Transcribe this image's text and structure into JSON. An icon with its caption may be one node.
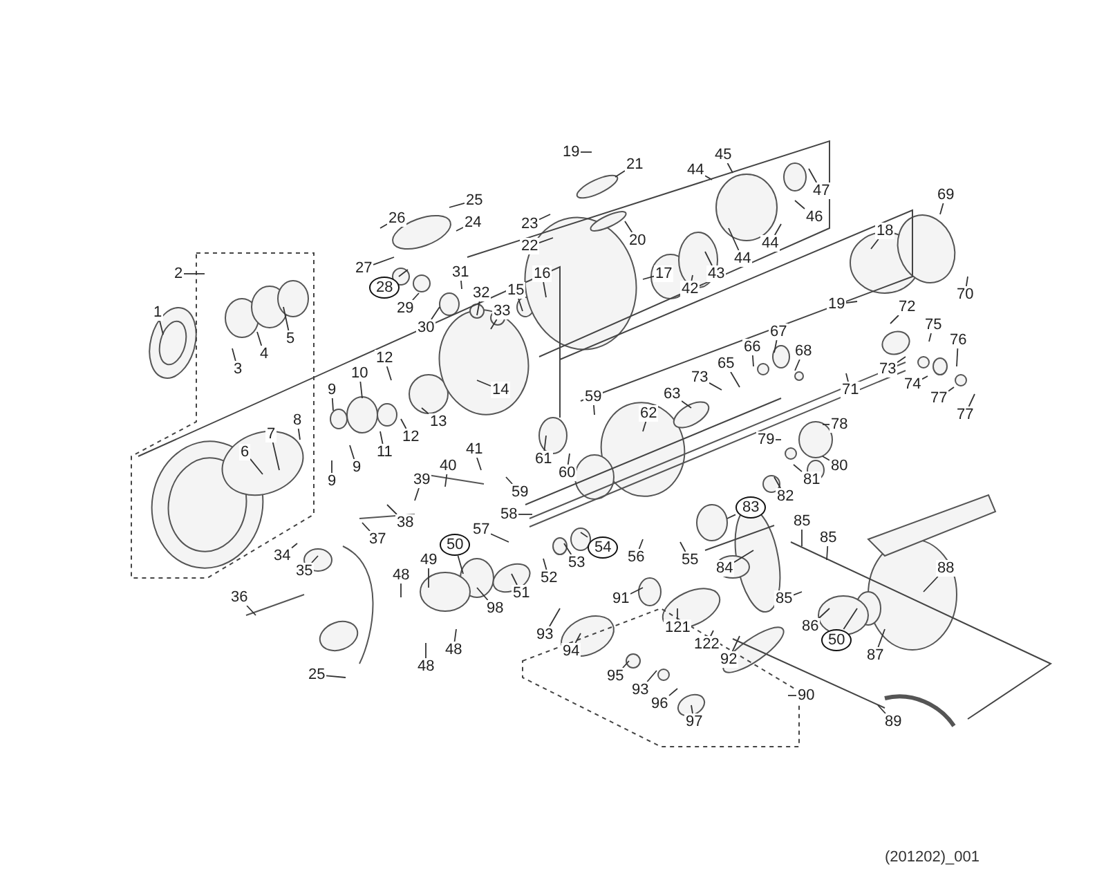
{
  "diagram": {
    "nodes": [
      {
        "text": [
          "1"
        ]
      },
      {
        "text": [
          "2"
        ]
      },
      {
        "text": [
          "3"
        ]
      },
      {
        "text": [
          "4"
        ]
      },
      {
        "text": [
          "5"
        ]
      },
      {
        "text": [
          "6"
        ]
      },
      {
        "text": [
          "7"
        ]
      },
      {
        "text": [
          "8"
        ]
      },
      {
        "text": [
          "9"
        ]
      },
      {
        "text": [
          "10"
        ]
      },
      {
        "text": [
          "9"
        ]
      },
      {
        "text": [
          "9"
        ]
      },
      {
        "text": [
          "11"
        ]
      },
      {
        "text": [
          "12"
        ]
      },
      {
        "text": [
          "12"
        ]
      },
      {
        "text": [
          "13"
        ]
      },
      {
        "text": [
          "14"
        ]
      },
      {
        "text": [
          "19"
        ]
      },
      {
        "text": [
          "21"
        ]
      },
      {
        "text": [
          "25"
        ]
      },
      {
        "text": [
          "26"
        ]
      },
      {
        "text": [
          "24"
        ]
      },
      {
        "text": [
          "23"
        ]
      },
      {
        "text": [
          "45"
        ]
      },
      {
        "text": [
          "44"
        ]
      },
      {
        "text": [
          "47"
        ]
      },
      {
        "text": [
          "22"
        ]
      },
      {
        "text": [
          "20"
        ]
      },
      {
        "text": [
          "46"
        ]
      },
      {
        "text": [
          "27"
        ]
      },
      {
        "text": [
          "31"
        ]
      },
      {
        "text": [
          "16"
        ]
      },
      {
        "text": [
          "17"
        ]
      },
      {
        "text": [
          "28"
        ]
      },
      {
        "text": [
          "43"
        ]
      },
      {
        "text": [
          "44"
        ]
      },
      {
        "text": [
          "44"
        ]
      },
      {
        "text": [
          "18"
        ]
      },
      {
        "text": [
          "69"
        ]
      },
      {
        "text": [
          "42"
        ]
      },
      {
        "text": [
          "15"
        ]
      },
      {
        "text": [
          "32"
        ]
      },
      {
        "text": [
          "70"
        ]
      },
      {
        "text": [
          "19"
        ]
      },
      {
        "text": [
          "29"
        ]
      },
      {
        "text": [
          "33"
        ]
      },
      {
        "text": [
          "72"
        ]
      },
      {
        "text": [
          "30"
        ]
      },
      {
        "text": [
          "75"
        ]
      },
      {
        "text": [
          "76"
        ]
      },
      {
        "text": [
          "67"
        ]
      },
      {
        "text": [
          "66"
        ]
      },
      {
        "text": [
          "68"
        ]
      },
      {
        "text": [
          "65"
        ]
      },
      {
        "text": [
          "73"
        ]
      },
      {
        "text": [
          "73"
        ]
      },
      {
        "text": [
          "74"
        ]
      },
      {
        "text": [
          "71"
        ]
      },
      {
        "text": [
          "63"
        ]
      },
      {
        "text": [
          "59"
        ]
      },
      {
        "text": [
          "77"
        ]
      },
      {
        "text": [
          "62"
        ]
      },
      {
        "text": [
          "77"
        ]
      },
      {
        "text": [
          "78"
        ]
      },
      {
        "text": [
          "79"
        ]
      },
      {
        "text": [
          "61"
        ]
      },
      {
        "text": [
          "41"
        ]
      },
      {
        "text": [
          "80"
        ]
      },
      {
        "text": [
          "40"
        ]
      },
      {
        "text": [
          "60"
        ]
      },
      {
        "text": [
          "81"
        ]
      },
      {
        "text": [
          "39"
        ]
      },
      {
        "text": [
          "59"
        ]
      },
      {
        "text": [
          "82"
        ]
      },
      {
        "text": [
          "83"
        ]
      },
      {
        "text": [
          "58"
        ]
      },
      {
        "text": [
          "85"
        ]
      },
      {
        "text": [
          "38"
        ]
      },
      {
        "text": [
          "57"
        ]
      },
      {
        "text": [
          "85"
        ]
      },
      {
        "text": [
          "37"
        ]
      },
      {
        "text": [
          "50"
        ]
      },
      {
        "text": [
          "54"
        ]
      },
      {
        "text": [
          "34"
        ]
      },
      {
        "text": [
          "56"
        ]
      },
      {
        "text": [
          "55"
        ]
      },
      {
        "text": [
          "49"
        ]
      },
      {
        "text": [
          "53"
        ]
      },
      {
        "text": [
          "84"
        ]
      },
      {
        "text": [
          "88"
        ]
      },
      {
        "text": [
          "35"
        ]
      },
      {
        "text": [
          "48"
        ]
      },
      {
        "text": [
          "52"
        ]
      },
      {
        "text": [
          "51"
        ]
      },
      {
        "text": [
          "36"
        ]
      },
      {
        "text": [
          "85"
        ]
      },
      {
        "text": [
          "91"
        ]
      },
      {
        "text": [
          "98"
        ]
      },
      {
        "text": [
          "86"
        ]
      },
      {
        "text": [
          "121"
        ]
      },
      {
        "text": [
          "93"
        ]
      },
      {
        "text": [
          "50"
        ]
      },
      {
        "text": [
          "122"
        ]
      },
      {
        "text": [
          "48"
        ]
      },
      {
        "text": [
          "94"
        ]
      },
      {
        "text": [
          "87"
        ]
      },
      {
        "text": [
          "92"
        ]
      },
      {
        "text": [
          "48"
        ]
      },
      {
        "text": [
          "25"
        ]
      },
      {
        "text": [
          "95"
        ]
      },
      {
        "text": [
          "93"
        ]
      },
      {
        "text": [
          "90"
        ]
      },
      {
        "text": [
          "96"
        ]
      },
      {
        "text": [
          "97"
        ]
      },
      {
        "text": [
          "89"
        ]
      }
    ],
    "edges": [
      {
        "from": 0,
        "to": null,
        "arrow": "none"
      },
      {
        "from": 1,
        "to": null,
        "arrow": "none"
      },
      {
        "from": 2,
        "to": null,
        "arrow": "none"
      },
      {
        "from": 3,
        "to": null,
        "arrow": "none"
      },
      {
        "from": 4,
        "to": null,
        "arrow": "none"
      },
      {
        "from": 5,
        "to": null,
        "arrow": "none"
      },
      {
        "from": 6,
        "to": null,
        "arrow": "none"
      },
      {
        "from": 7,
        "to": null,
        "arrow": "none"
      },
      {
        "from": 8,
        "to": null,
        "arrow": "none"
      },
      {
        "from": 9,
        "to": null,
        "arrow": "none"
      },
      {
        "from": 10,
        "to": null,
        "arrow": "none"
      },
      {
        "from": 11,
        "to": null,
        "arrow": "none"
      },
      {
        "from": 12,
        "to": null,
        "arrow": "none"
      },
      {
        "from": 13,
        "to": null,
        "arrow": "none"
      },
      {
        "from": 14,
        "to": null,
        "arrow": "none"
      },
      {
        "from": 15,
        "to": null,
        "arrow": "none"
      },
      {
        "from": 16,
        "to": null,
        "arrow": "none"
      },
      {
        "from": 17,
        "to": null,
        "arrow": "none"
      },
      {
        "from": 18,
        "to": null,
        "arrow": "none"
      },
      {
        "from": 19,
        "to": null,
        "arrow": "none"
      },
      {
        "from": 20,
        "to": null,
        "arrow": "none"
      },
      {
        "from": 21,
        "to": null,
        "arrow": "none"
      },
      {
        "from": 22,
        "to": null,
        "arrow": "none"
      },
      {
        "from": 23,
        "to": null,
        "arrow": "none"
      },
      {
        "from": 24,
        "to": null,
        "arrow": "none"
      },
      {
        "from": 25,
        "to": null,
        "arrow": "none"
      },
      {
        "from": 26,
        "to": null,
        "arrow": "none"
      },
      {
        "from": 27,
        "to": null,
        "arrow": "none"
      },
      {
        "from": 28,
        "to": null,
        "arrow": "none"
      },
      {
        "from": 29,
        "to": null,
        "arrow": "none"
      },
      {
        "from": 30,
        "to": null,
        "arrow": "none"
      },
      {
        "from": 31,
        "to": null,
        "arrow": "none"
      },
      {
        "from": 32,
        "to": null,
        "arrow": "none"
      },
      {
        "from": 33,
        "to": null,
        "arrow": "none"
      },
      {
        "from": 34,
        "to": null,
        "arrow": "none"
      },
      {
        "from": 35,
        "to": null,
        "arrow": "none"
      },
      {
        "from": 36,
        "to": null,
        "arrow": "none"
      },
      {
        "from": 37,
        "to": null,
        "arrow": "none"
      },
      {
        "from": 38,
        "to": null,
        "arrow": "none"
      },
      {
        "from": 39,
        "to": null,
        "arrow": "none"
      },
      {
        "from": 40,
        "to": null,
        "arrow": "none"
      },
      {
        "from": 41,
        "to": null,
        "arrow": "none"
      },
      {
        "from": 42,
        "to": null,
        "arrow": "none"
      },
      {
        "from": 43,
        "to": null,
        "arrow": "none"
      },
      {
        "from": 44,
        "to": null,
        "arrow": "none"
      },
      {
        "from": 45,
        "to": null,
        "arrow": "none"
      },
      {
        "from": 46,
        "to": null,
        "arrow": "none"
      },
      {
        "from": 47,
        "to": null,
        "arrow": "none"
      },
      {
        "from": 48,
        "to": null,
        "arrow": "none"
      },
      {
        "from": 49,
        "to": null,
        "arrow": "none"
      },
      {
        "from": 50,
        "to": null,
        "arrow": "none"
      },
      {
        "from": 51,
        "to": null,
        "arrow": "none"
      },
      {
        "from": 52,
        "to": null,
        "arrow": "none"
      },
      {
        "from": 53,
        "to": null,
        "arrow": "none"
      },
      {
        "from": 54,
        "to": null,
        "arrow": "none"
      },
      {
        "from": 55,
        "to": null,
        "arrow": "none"
      },
      {
        "from": 56,
        "to": null,
        "arrow": "none"
      },
      {
        "from": 57,
        "to": null,
        "arrow": "none"
      },
      {
        "from": 58,
        "to": null,
        "arrow": "none"
      },
      {
        "from": 59,
        "to": null,
        "arrow": "none"
      },
      {
        "from": 60,
        "to": null,
        "arrow": "none"
      },
      {
        "from": 61,
        "to": null,
        "arrow": "none"
      },
      {
        "from": 62,
        "to": null,
        "arrow": "none"
      },
      {
        "from": 63,
        "to": null,
        "arrow": "none"
      },
      {
        "from": 64,
        "to": null,
        "arrow": "none"
      },
      {
        "from": 65,
        "to": null,
        "arrow": "none"
      },
      {
        "from": 66,
        "to": null,
        "arrow": "none"
      },
      {
        "from": 67,
        "to": null,
        "arrow": "none"
      },
      {
        "from": 68,
        "to": null,
        "arrow": "none"
      },
      {
        "from": 69,
        "to": null,
        "arrow": "none"
      },
      {
        "from": 70,
        "to": null,
        "arrow": "none"
      },
      {
        "from": 71,
        "to": null,
        "arrow": "none"
      },
      {
        "from": 72,
        "to": null,
        "arrow": "none"
      },
      {
        "from": 73,
        "to": null,
        "arrow": "none"
      },
      {
        "from": 74,
        "to": null,
        "arrow": "none"
      },
      {
        "from": 75,
        "to": null,
        "arrow": "none"
      },
      {
        "from": 76,
        "to": null,
        "arrow": "none"
      },
      {
        "from": 77,
        "to": null,
        "arrow": "none"
      },
      {
        "from": 78,
        "to": null,
        "arrow": "none"
      },
      {
        "from": 79,
        "to": null,
        "arrow": "none"
      },
      {
        "from": 80,
        "to": null,
        "arrow": "none"
      },
      {
        "from": 81,
        "to": null,
        "arrow": "none"
      },
      {
        "from": 82,
        "to": null,
        "arrow": "none"
      },
      {
        "from": 83,
        "to": null,
        "arrow": "none"
      },
      {
        "from": 84,
        "to": null,
        "arrow": "none"
      },
      {
        "from": 85,
        "to": null,
        "arrow": "none"
      },
      {
        "from": 86,
        "to": null,
        "arrow": "none"
      },
      {
        "from": 87,
        "to": null,
        "arrow": "none"
      },
      {
        "from": 88,
        "to": null,
        "arrow": "none"
      },
      {
        "from": 89,
        "to": null,
        "arrow": "none"
      },
      {
        "from": 90,
        "to": null,
        "arrow": "none"
      },
      {
        "from": 91,
        "to": null,
        "arrow": "none"
      },
      {
        "from": 92,
        "to": null,
        "arrow": "none"
      },
      {
        "from": 93,
        "to": null,
        "arrow": "none"
      },
      {
        "from": 94,
        "to": null,
        "arrow": "none"
      },
      {
        "from": 95,
        "to": null,
        "arrow": "none"
      },
      {
        "from": 96,
        "to": null,
        "arrow": "none"
      },
      {
        "from": 97,
        "to": null,
        "arrow": "none"
      },
      {
        "from": 98,
        "to": null,
        "arrow": "none"
      },
      {
        "from": 99,
        "to": null,
        "arrow": "none"
      },
      {
        "from": 100,
        "to": null,
        "arrow": "none"
      },
      {
        "from": 101,
        "to": null,
        "arrow": "none"
      },
      {
        "from": 102,
        "to": null,
        "arrow": "none"
      },
      {
        "from": 103,
        "to": null,
        "arrow": "none"
      },
      {
        "from": 104,
        "to": null,
        "arrow": "none"
      },
      {
        "from": 105,
        "to": null,
        "arrow": "none"
      },
      {
        "from": 106,
        "to": null,
        "arrow": "none"
      },
      {
        "from": 107,
        "to": null,
        "arrow": "none"
      },
      {
        "from": 108,
        "to": null,
        "arrow": "none"
      },
      {
        "from": 109,
        "to": null,
        "arrow": "none"
      },
      {
        "from": 110,
        "to": null,
        "arrow": "none"
      },
      {
        "from": 111,
        "to": null,
        "arrow": "none"
      },
      {
        "from": 112,
        "to": null,
        "arrow": "none"
      },
      {
        "from": 113,
        "to": null,
        "arrow": "none"
      },
      {
        "from": 114,
        "to": null,
        "arrow": "none"
      }
    ],
    "labels": [
      "(201202)_001"
    ]
  }
}
